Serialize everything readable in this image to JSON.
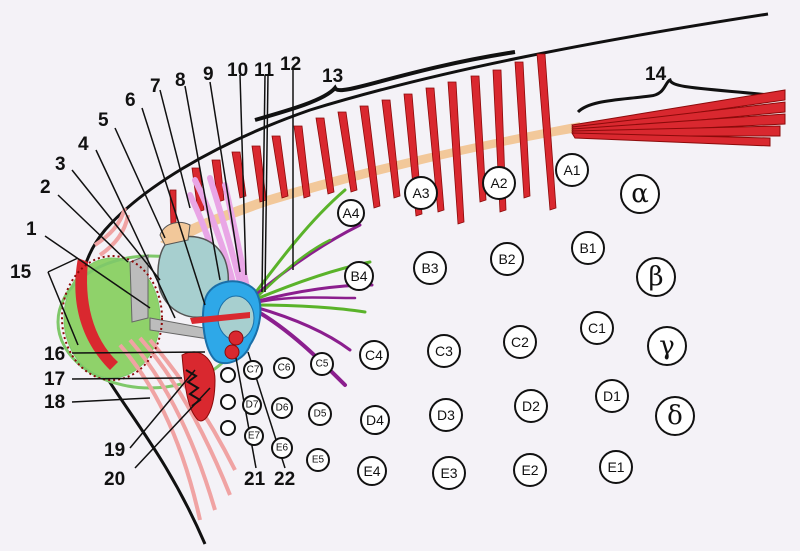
{
  "numbered_labels": [
    {
      "id": "n1",
      "text": "1"
    },
    {
      "id": "n2",
      "text": "2"
    },
    {
      "id": "n3",
      "text": "3"
    },
    {
      "id": "n4",
      "text": "4"
    },
    {
      "id": "n5",
      "text": "5"
    },
    {
      "id": "n6",
      "text": "6"
    },
    {
      "id": "n7",
      "text": "7"
    },
    {
      "id": "n8",
      "text": "8"
    },
    {
      "id": "n9",
      "text": "9"
    },
    {
      "id": "n10",
      "text": "10"
    },
    {
      "id": "n11",
      "text": "11"
    },
    {
      "id": "n12",
      "text": "12"
    },
    {
      "id": "n13",
      "text": "13"
    },
    {
      "id": "n14",
      "text": "14"
    },
    {
      "id": "n15",
      "text": "15"
    },
    {
      "id": "n16",
      "text": "16"
    },
    {
      "id": "n17",
      "text": "17"
    },
    {
      "id": "n18",
      "text": "18"
    },
    {
      "id": "n19",
      "text": "19"
    },
    {
      "id": "n20",
      "text": "20"
    },
    {
      "id": "n21",
      "text": "21"
    },
    {
      "id": "n22",
      "text": "22"
    }
  ],
  "circle_labels": [
    {
      "text": "A1"
    },
    {
      "text": "A2"
    },
    {
      "text": "A3"
    },
    {
      "text": "A4"
    },
    {
      "text": "B1"
    },
    {
      "text": "B2"
    },
    {
      "text": "B3"
    },
    {
      "text": "B4"
    },
    {
      "text": "C1"
    },
    {
      "text": "C2"
    },
    {
      "text": "C3"
    },
    {
      "text": "C4"
    },
    {
      "text": "C5"
    },
    {
      "text": "C6"
    },
    {
      "text": "C7"
    },
    {
      "text": "D1"
    },
    {
      "text": "D2"
    },
    {
      "text": "D3"
    },
    {
      "text": "D4"
    },
    {
      "text": "D5"
    },
    {
      "text": "D6"
    },
    {
      "text": "D7"
    },
    {
      "text": "E1"
    },
    {
      "text": "E2"
    },
    {
      "text": "E3"
    },
    {
      "text": "E4"
    },
    {
      "text": "E5"
    },
    {
      "text": "E6"
    },
    {
      "text": "E7"
    },
    {
      "text": ""
    },
    {
      "text": ""
    },
    {
      "text": ""
    }
  ],
  "greek_labels": [
    {
      "text": "α"
    },
    {
      "text": "β"
    },
    {
      "text": "γ"
    },
    {
      "text": "δ"
    }
  ],
  "colors": {
    "background": "#f4f2f7",
    "red": "#d9282f",
    "dark_red": "#8b0a0a",
    "green": "#8fd26a",
    "green_outline": "#7fc86a",
    "teal": "#a7cfcf",
    "blue": "#2ea8e8",
    "pink": "#e9a6e6",
    "purple": "#8b1e8e",
    "leaf_green": "#5ab32a",
    "tan": "#f2c89a",
    "salmon": "#f0a3a3",
    "gray": "#bcbcbc",
    "black": "#111111"
  }
}
